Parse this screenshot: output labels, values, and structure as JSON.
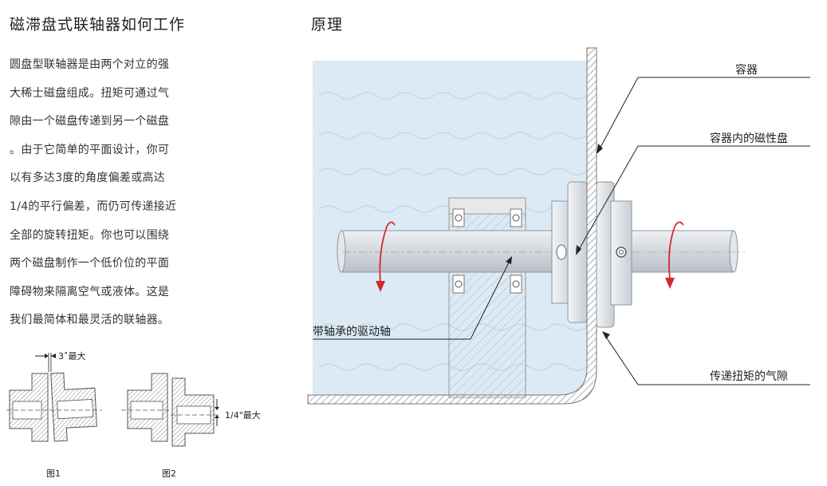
{
  "left": {
    "title": "磁滞盘式联轴器如何工作",
    "paragraph_lines": [
      "圆盘型联轴器是由两个对立的强",
      "大稀士磁盘组成。扭矩可通过气",
      "隙由一个磁盘传递到另一个磁盘",
      "。由于它简单的平面设计，你可",
      "以有多达3度的角度偏差或高达",
      "1/4的平行偏差，而仍可传递接近",
      "全部的旋转扭矩。你也可以围绕",
      "两个磁盘制作一个低价位的平面",
      "障碍物来隔离空气或液体。这是",
      "我们最简体和最灵活的联轴器。"
    ],
    "fig1": {
      "annotation": "3˚最大",
      "caption": "图1"
    },
    "fig2": {
      "annotation": "1/4\"最大",
      "caption": "图2"
    }
  },
  "right": {
    "title": "原理",
    "labels": {
      "container": "容器",
      "inner_disk": "容器内的磁性盘",
      "drive_shaft": "带轴承的驱动轴",
      "air_gap": "传递扭矩的气隙"
    }
  },
  "colors": {
    "liquid": "#dbeaf5",
    "shaft": "#d8dde2",
    "rotation_arrow": "#d42a2a",
    "hatch": "#999999"
  }
}
